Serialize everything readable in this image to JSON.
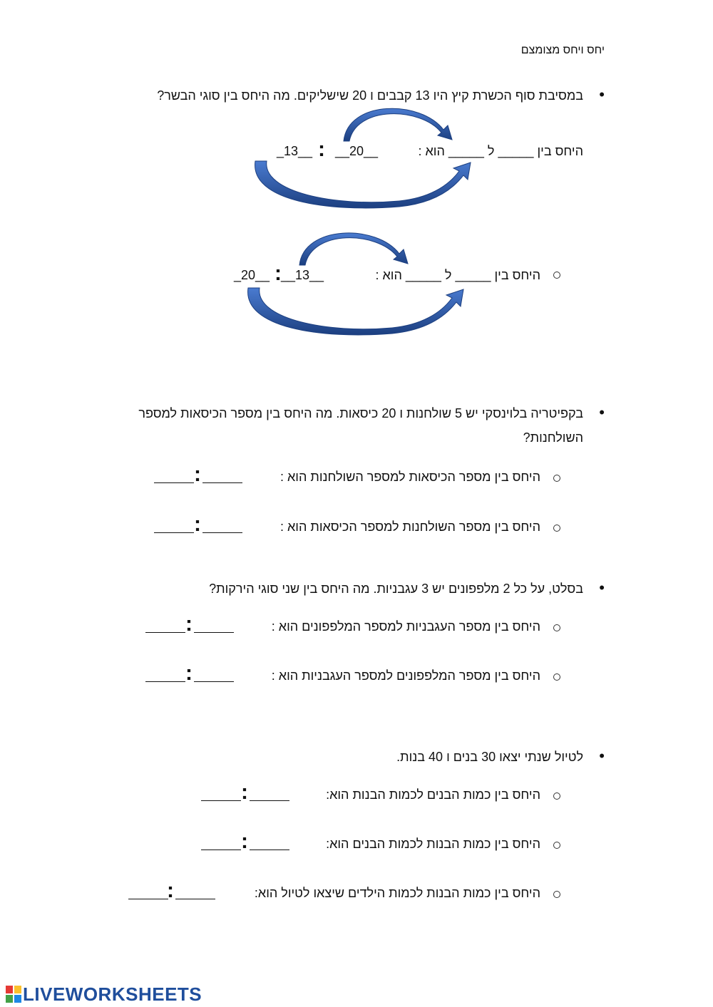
{
  "title": "יחס ויחס מצומצם",
  "q1": {
    "text": "במסיבת סוף הכשרת קיץ היו 13 קבבים  ו 20 שישליקים. מה היחס בין סוגי הבשר?",
    "line1_prefix": "היחס בין  _____  ל _____  הוא :",
    "line1_a": "__20__",
    "line1_b": "_13__",
    "line2_prefix": "היחס בין  _____  ל _____  הוא :",
    "line2_a": "__13__",
    "line2_b": "_20__"
  },
  "q2": {
    "text_line1": "בקפיטריה בלוינסקי יש 5 שולחנות ו 20 כיסאות. מה היחס בין מספר הכיסאות למספר",
    "text_line2": "השולחנות?",
    "sub1": "היחס בין מספר הכיסאות למספר השולחנות הוא :",
    "sub2": "היחס בין מספר השולחנות למספר הכיסאות הוא :"
  },
  "q3": {
    "text": "בסלט, על כל 2 מלפפונים יש 3 עגבניות. מה היחס בין שני סוגי הירקות?",
    "sub1": "היחס בין מספר העגבניות למספר המלפפונים הוא :",
    "sub2": "היחס בין מספר המלפפונים למספר העגבניות הוא :"
  },
  "q4": {
    "text": "לטיול שנתי יצאו 30 בנים ו 40 בנות.",
    "sub1": "היחס בין כמות הבנים לכמות הבנות הוא:",
    "sub2": "היחס בין כמות הבנות לכמות הבנים הוא:",
    "sub3": "היחס בין כמות הבנות לכמות הילדים שיצאו לטיול הוא:"
  },
  "colon": ":",
  "logo": "LIVEWORKSHEETS",
  "colors": {
    "arrow": "#2f5eae",
    "arrow_dark": "#1c3f80",
    "logo": "#1f4e9c"
  }
}
